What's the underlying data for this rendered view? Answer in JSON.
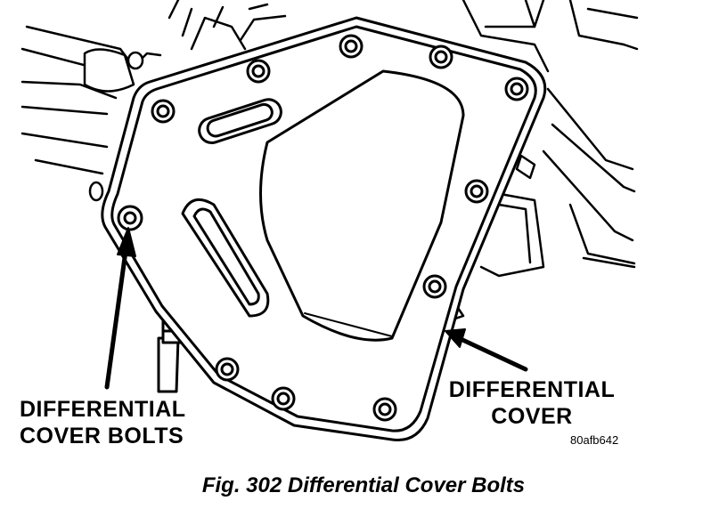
{
  "figure": {
    "caption": "Fig. 302 Differential Cover Bolts",
    "image_id": "80afb642",
    "callouts": {
      "bolts": [
        "DIFFERENTIAL",
        "COVER BOLTS"
      ],
      "cover": [
        "DIFFERENTIAL",
        "COVER"
      ]
    }
  },
  "colors": {
    "ink": "#000000",
    "paper": "#ffffff"
  }
}
